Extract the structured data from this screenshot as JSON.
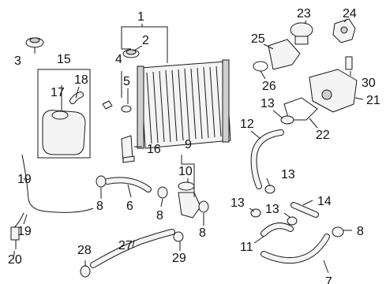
{
  "callouts": {
    "c1": "1",
    "c2": "2",
    "c3": "3",
    "c4": "4",
    "c5": "5",
    "c6": "6",
    "c7": "7",
    "c8a": "8",
    "c8b": "8",
    "c8c": "8",
    "c8d": "8",
    "c9": "9",
    "c10": "10",
    "c11": "11",
    "c12": "12",
    "c13a": "13",
    "c13b": "13",
    "c13c": "13",
    "c13d": "13",
    "c14": "14",
    "c15": "15",
    "c16": "16",
    "c17": "17",
    "c18": "18",
    "c19a": "19",
    "c19b": "19",
    "c20": "20",
    "c21": "21",
    "c22": "22",
    "c23": "23",
    "c24": "24",
    "c25": "25",
    "c26": "26",
    "c27": "27",
    "c28": "28",
    "c29": "29",
    "c30": "30"
  },
  "colors": {
    "line": "#1a1a1a",
    "part_fill": "#f4f4f4",
    "background": "#ffffff"
  }
}
